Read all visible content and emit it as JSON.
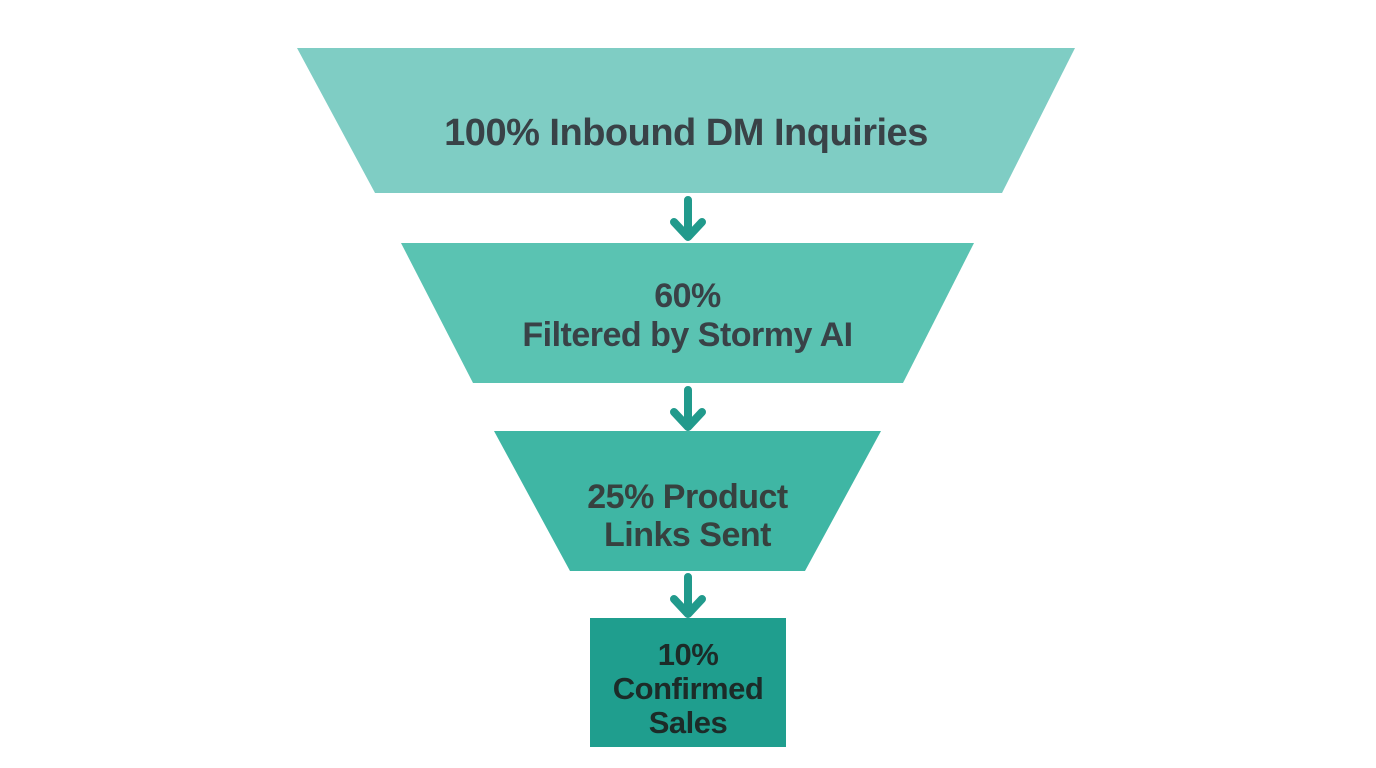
{
  "funnel": {
    "background_color": "#ffffff",
    "arrow_color": "#219a8c",
    "default_text_color": "#394247",
    "stages": [
      {
        "name": "inbound-dm-inquiries",
        "lines": [
          "100% Inbound DM Inquiries"
        ],
        "color": "#7fcdc4",
        "text_color": "#394247"
      },
      {
        "name": "filtered-by-stormy-ai",
        "lines": [
          "60%",
          "Filtered by Stormy AI"
        ],
        "color": "#5ac3b2",
        "text_color": "#394247"
      },
      {
        "name": "product-links-sent",
        "lines": [
          "25% Product",
          "Links Sent"
        ],
        "color": "#3fb6a4",
        "text_color": "#37413f"
      },
      {
        "name": "confirmed-sales",
        "lines": [
          "10%",
          "Confirmed",
          "Sales"
        ],
        "color": "#1f9e8e",
        "text_color": "#1c2b28"
      }
    ]
  },
  "chart_data": {
    "type": "funnel",
    "categories": [
      "Inbound DM Inquiries",
      "Filtered by Stormy AI",
      "Product Links Sent",
      "Confirmed Sales"
    ],
    "values": [
      100,
      60,
      25,
      10
    ],
    "unit": "%",
    "labels": [
      "100% Inbound DM Inquiries",
      "60% Filtered by Stormy AI",
      "25% Product Links Sent",
      "10% Confirmed Sales"
    ],
    "title": "",
    "orientation": "top-to-bottom",
    "connector": "down-arrow"
  }
}
